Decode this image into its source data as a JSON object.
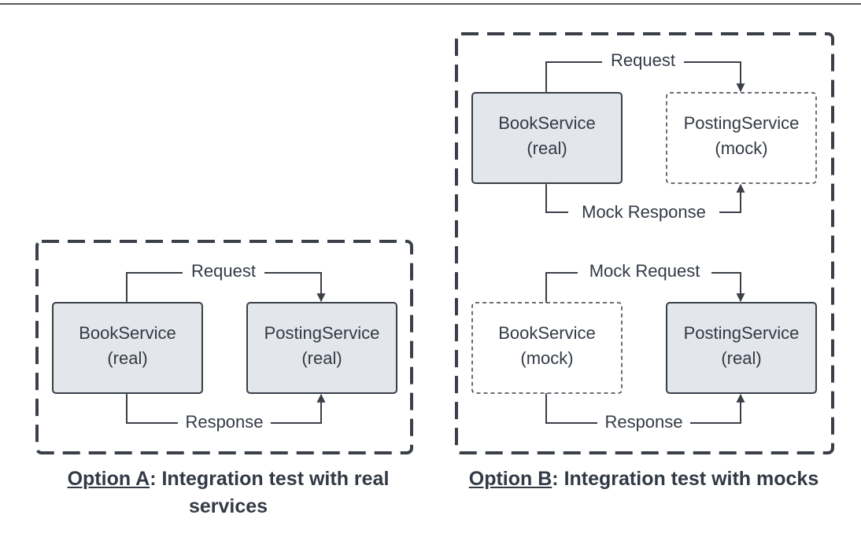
{
  "option_a": {
    "caption_prefix": "Option A",
    "caption_rest": ": Integration test with real services",
    "request_label": "Request",
    "response_label": "Response",
    "left_box": {
      "name": "BookService",
      "kind": "(real)"
    },
    "right_box": {
      "name": "PostingService",
      "kind": "(real)"
    }
  },
  "option_b": {
    "caption_prefix": "Option B",
    "caption_rest": ": Integration test with mocks",
    "top": {
      "request_label": "Request",
      "response_label": "Mock Response",
      "left_box": {
        "name": "BookService",
        "kind": "(real)"
      },
      "right_box": {
        "name": "PostingService",
        "kind": "(mock)"
      }
    },
    "bottom": {
      "request_label": "Mock Request",
      "response_label": "Response",
      "left_box": {
        "name": "BookService",
        "kind": "(mock)"
      },
      "right_box": {
        "name": "PostingService",
        "kind": "(real)"
      }
    }
  },
  "colors": {
    "stroke": "#3a3f48",
    "real_fill": "#e3e6eb",
    "mock_fill": "#ffffff",
    "text": "#333a45"
  }
}
